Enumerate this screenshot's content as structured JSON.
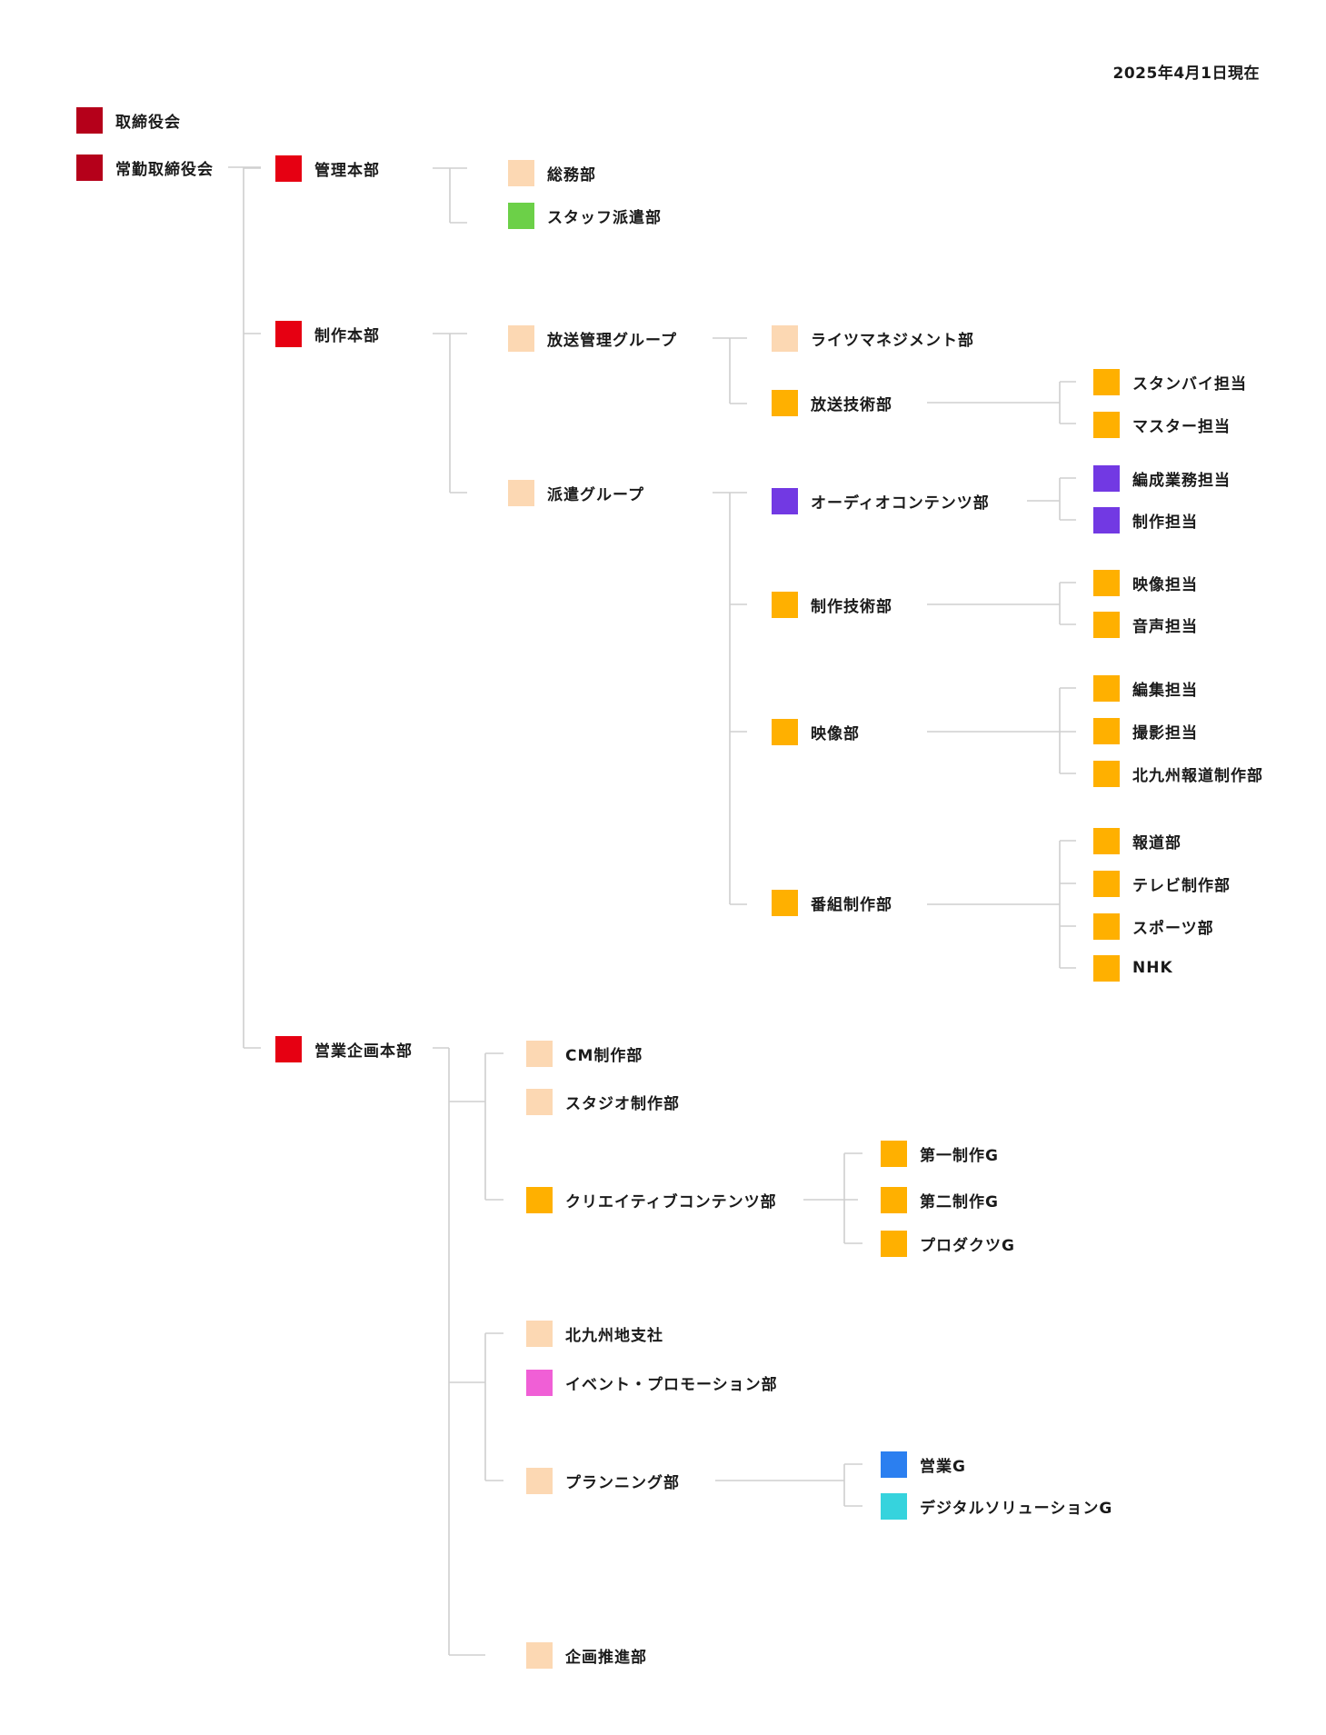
{
  "date_label": "2025年4月1日現在",
  "colors": {
    "board": "#b5001a",
    "division": "#e60012",
    "light": "#fcd8b3",
    "orange": "#ffb000",
    "green": "#6cd048",
    "purple": "#7239e3",
    "pink": "#f05fd6",
    "blue": "#2b7ff0",
    "cyan": "#36d3dd",
    "line": "#cfcfcf"
  },
  "nodes": [
    {
      "id": "n1",
      "label": "取締役会",
      "color": "board"
    },
    {
      "id": "n2",
      "label": "常勤取締役会",
      "color": "board"
    },
    {
      "id": "n3",
      "label": "管理本部",
      "color": "division"
    },
    {
      "id": "n4",
      "label": "総務部",
      "color": "light"
    },
    {
      "id": "n5",
      "label": "スタッフ派遣部",
      "color": "green"
    },
    {
      "id": "n6",
      "label": "制作本部",
      "color": "division"
    },
    {
      "id": "n7",
      "label": "放送管理グループ",
      "color": "light"
    },
    {
      "id": "n8",
      "label": "ライツマネジメント部",
      "color": "light"
    },
    {
      "id": "n9",
      "label": "放送技術部",
      "color": "orange"
    },
    {
      "id": "n10",
      "label": "スタンバイ担当",
      "color": "orange"
    },
    {
      "id": "n11",
      "label": "マスター担当",
      "color": "orange"
    },
    {
      "id": "n12",
      "label": "派遣グループ",
      "color": "light"
    },
    {
      "id": "n13",
      "label": "オーディオコンテンツ部",
      "color": "purple"
    },
    {
      "id": "n14",
      "label": "編成業務担当",
      "color": "purple"
    },
    {
      "id": "n15",
      "label": "制作担当",
      "color": "purple"
    },
    {
      "id": "n16",
      "label": "制作技術部",
      "color": "orange"
    },
    {
      "id": "n17",
      "label": "映像担当",
      "color": "orange"
    },
    {
      "id": "n18",
      "label": "音声担当",
      "color": "orange"
    },
    {
      "id": "n19",
      "label": "映像部",
      "color": "orange"
    },
    {
      "id": "n20",
      "label": "編集担当",
      "color": "orange"
    },
    {
      "id": "n21",
      "label": "撮影担当",
      "color": "orange"
    },
    {
      "id": "n22",
      "label": "北九州報道制作部",
      "color": "orange"
    },
    {
      "id": "n23",
      "label": "番組制作部",
      "color": "orange"
    },
    {
      "id": "n24",
      "label": "報道部",
      "color": "orange"
    },
    {
      "id": "n25",
      "label": "テレビ制作部",
      "color": "orange"
    },
    {
      "id": "n26",
      "label": "スポーツ部",
      "color": "orange"
    },
    {
      "id": "n27",
      "label": "NHK",
      "color": "orange"
    },
    {
      "id": "n28",
      "label": "営業企画本部",
      "color": "division"
    },
    {
      "id": "n29",
      "label": "CM制作部",
      "color": "light"
    },
    {
      "id": "n30",
      "label": "スタジオ制作部",
      "color": "light"
    },
    {
      "id": "n31",
      "label": "クリエイティブコンテンツ部",
      "color": "orange"
    },
    {
      "id": "n32",
      "label": "第一制作G",
      "color": "orange"
    },
    {
      "id": "n33",
      "label": "第二制作G",
      "color": "orange"
    },
    {
      "id": "n34",
      "label": "プロダクツG",
      "color": "orange"
    },
    {
      "id": "n35",
      "label": "北九州地支社",
      "color": "light"
    },
    {
      "id": "n36",
      "label": "イベント・プロモーション部",
      "color": "pink"
    },
    {
      "id": "n37",
      "label": "プランニング部",
      "color": "light"
    },
    {
      "id": "n38",
      "label": "営業G",
      "color": "blue"
    },
    {
      "id": "n39",
      "label": "デジタルソリューションG",
      "color": "cyan"
    },
    {
      "id": "n40",
      "label": "企画推進部",
      "color": "light"
    }
  ]
}
